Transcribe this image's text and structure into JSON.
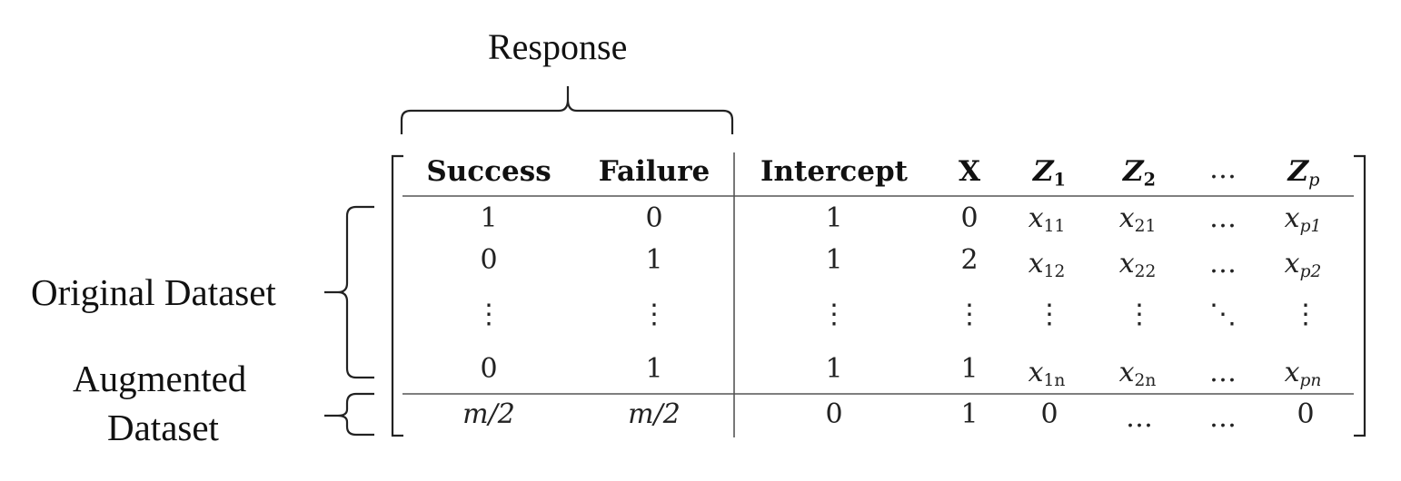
{
  "labels": {
    "response": "Response",
    "original": "Original Dataset",
    "augmented_line1": "Augmented",
    "augmented_line2": "Dataset"
  },
  "headers": {
    "success": "Success",
    "failure": "Failure",
    "intercept": "Intercept",
    "x": "X",
    "z": "Z",
    "z1_sub": "1",
    "z2_sub": "2",
    "dots": "…",
    "zp_sub": "p"
  },
  "rows": {
    "r1": {
      "success": "1",
      "failure": "0",
      "intercept": "1",
      "x": "0",
      "z1": "x",
      "z1_sub": "11",
      "z2": "x",
      "z2_sub": "21",
      "dots": "…",
      "zp": "x",
      "zp_sub": "p1"
    },
    "r2": {
      "success": "0",
      "failure": "1",
      "intercept": "1",
      "x": "2",
      "z1": "x",
      "z1_sub": "12",
      "z2": "x",
      "z2_sub": "22",
      "dots": "…",
      "zp": "x",
      "zp_sub": "p2"
    },
    "rn": {
      "success": "0",
      "failure": "1",
      "intercept": "1",
      "x": "1",
      "z1": "x",
      "z1_sub": "1n",
      "z2": "x",
      "z2_sub": "2n",
      "dots": "…",
      "zp": "x",
      "zp_sub": "pn"
    },
    "aug": {
      "success": "m/2",
      "failure": "m/2",
      "intercept": "0",
      "x": "1",
      "z1": "0",
      "z2": "…",
      "dots": "…",
      "zp": "0"
    }
  },
  "vdots": "⋮",
  "ddots": "⋱"
}
